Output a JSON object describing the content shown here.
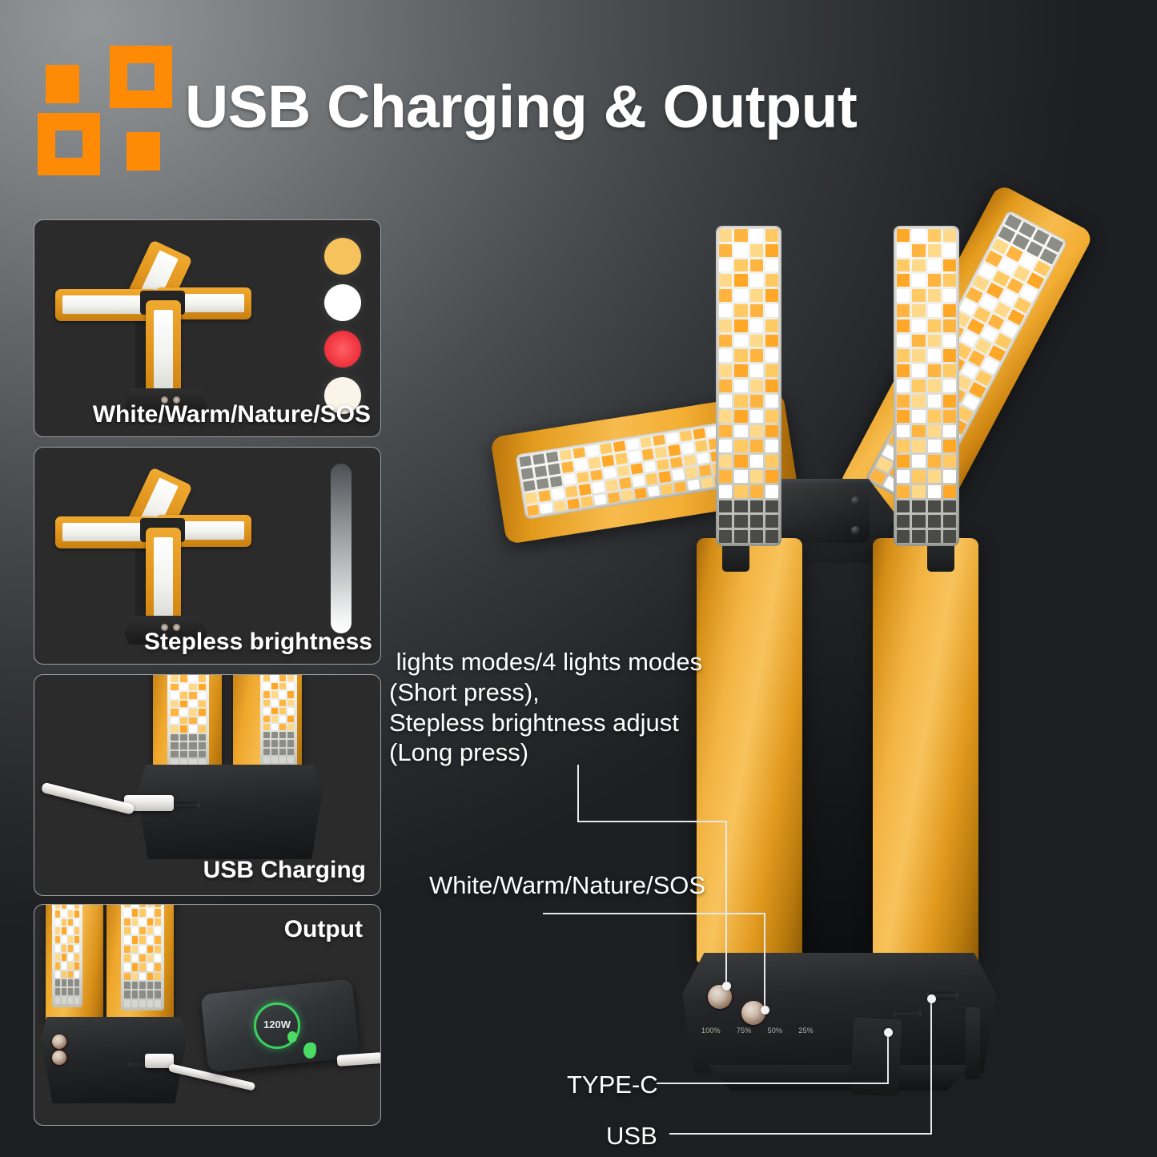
{
  "header": {
    "title": "USB Charging & Output",
    "logo_color": "#FF8A05",
    "logo_icon": "four-squares-logo"
  },
  "background": {
    "gradient_from": "#93979a",
    "gradient_to": "#1c1e21"
  },
  "panels": [
    {
      "id": "light-modes",
      "caption": "White/Warm/Nature/SOS",
      "swatches": [
        {
          "name": "warm",
          "color": "#F5C25C"
        },
        {
          "name": "white",
          "color": "#FFFFFF"
        },
        {
          "name": "sos-red",
          "color": "#F23842"
        },
        {
          "name": "nature",
          "color": "#FAF5E8"
        }
      ]
    },
    {
      "id": "stepless-brightness",
      "caption": "Stepless brightness",
      "slider": {
        "name": "brightness-gradient",
        "from": "#4c4f52",
        "to": "#ffffff"
      }
    },
    {
      "id": "usb-charging",
      "caption": "USB Charging"
    },
    {
      "id": "output",
      "caption": "Output",
      "phone_percent": "120",
      "phone_unit": "W"
    }
  ],
  "callouts": {
    "modes": " lights modes/4 lights modes\n(Short press),\nStepless brightness adjust\n(Long press)",
    "color_modes": "White/Warm/Nature/SOS",
    "type_c": "TYPE-C",
    "usb": "USB"
  },
  "base": {
    "battery_levels": [
      "100%",
      "75%",
      "50%",
      "25%"
    ]
  },
  "product": {
    "body_color": "#F3B342",
    "accent_dark": "#1c1e21"
  }
}
